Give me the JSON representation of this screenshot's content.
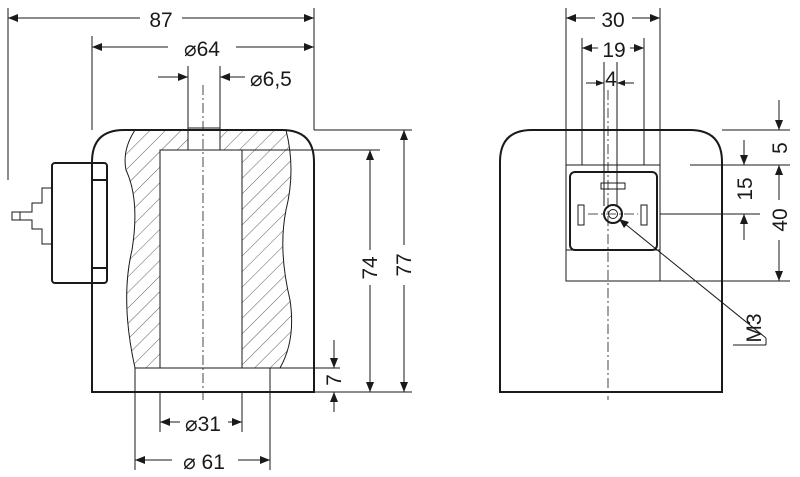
{
  "dimensions": {
    "overall_width": "87",
    "outer_diameter": "⌀64",
    "pin_hole_diameter": "⌀6,5",
    "bore_diameter": "⌀31",
    "bottom_recess_diameter": "⌀ 61",
    "inner_height": "74",
    "overall_height": "77",
    "bottom_recess_height": "7",
    "side_width": "30",
    "connector_width": "19",
    "terminal_spacing": "4",
    "top_offset": "5",
    "connector_height": "15",
    "screw_height": "40",
    "screw_thread": "M3"
  }
}
